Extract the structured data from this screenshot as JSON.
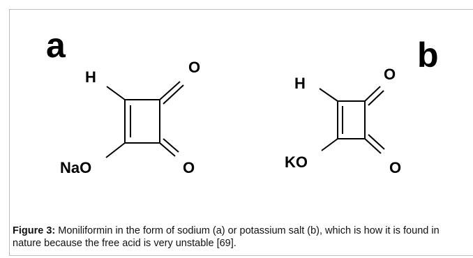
{
  "panels": {
    "a": {
      "label": "a",
      "h_atom": "H",
      "top_oxygen": "O",
      "salt_group": "NaO",
      "bottom_oxygen": "O"
    },
    "b": {
      "label": "b",
      "h_atom": "H",
      "top_oxygen": "O",
      "salt_group": "KO",
      "bottom_oxygen": "O"
    }
  },
  "caption": {
    "label": "Figure 3:",
    "text": " Moniliformin in the form of sodium (a) or potassium salt (b), which is how it is found in nature because the free acid is very unstable [69]."
  }
}
